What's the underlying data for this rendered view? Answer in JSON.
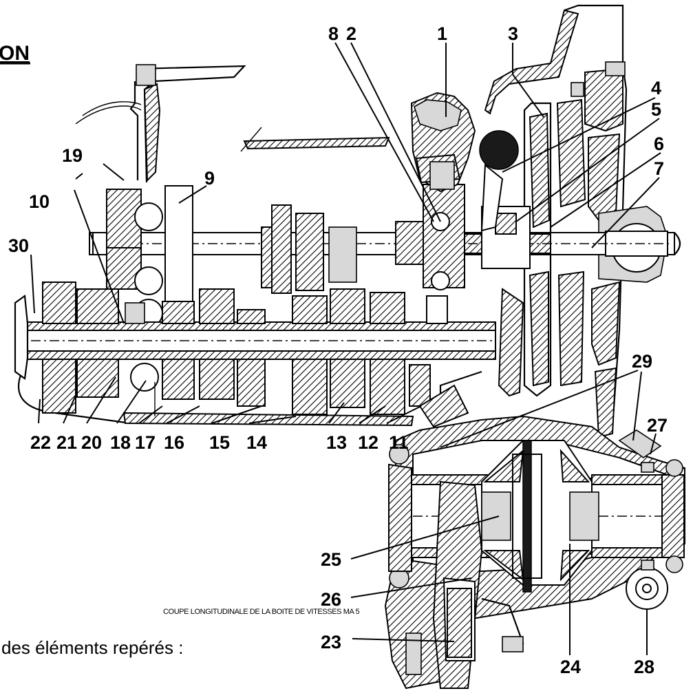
{
  "title_fragment": "ON",
  "caption": "COUPE LONGITUDINALE DE LA BOITE DE VITESSES MA 5",
  "legend_fragment": "des éléments repérés :",
  "colors": {
    "ink": "#000000",
    "paper": "#ffffff"
  },
  "labels": {
    "l1": "1",
    "l2": "2",
    "l3": "3",
    "l4": "4",
    "l5": "5",
    "l6": "6",
    "l7": "7",
    "l8": "8",
    "l9": "9",
    "l10": "10",
    "l11": "11",
    "l12": "12",
    "l13": "13",
    "l14": "14",
    "l15": "15",
    "l16": "16",
    "l17": "17",
    "l18": "18",
    "l19": "19",
    "l20": "20",
    "l21": "21",
    "l22": "22",
    "l23": "23",
    "l24": "24",
    "l25": "25",
    "l26": "26",
    "l27": "27",
    "l28": "28",
    "l29": "29",
    "l30": "30"
  }
}
